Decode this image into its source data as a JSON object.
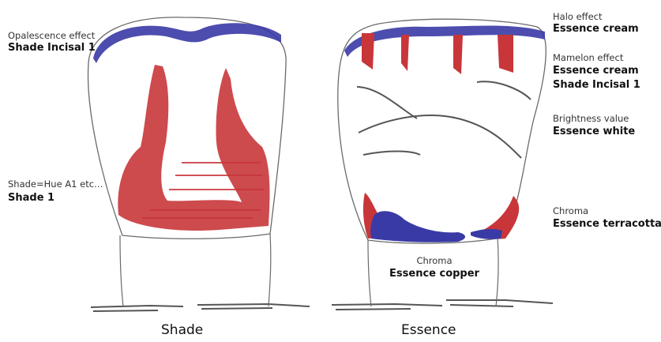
{
  "captions": {
    "left": "Shade",
    "right": "Essence"
  },
  "annotations": {
    "opalescence": {
      "small": "Opalescence effect",
      "bold": "Shade Incisal 1"
    },
    "shade_hue": {
      "small": "Shade=Hue A1 etc…",
      "bold": "Shade 1"
    },
    "halo": {
      "small": "Halo effect",
      "bold": "Essence cream"
    },
    "mamelon": {
      "small": "Mamelon effect",
      "bold1": "Essence cream",
      "bold2": "Shade Incisal 1"
    },
    "brightness": {
      "small": "Brightness value",
      "bold": "Essence white"
    },
    "chroma_right": {
      "small": "Chroma",
      "bold": "Essence terracotta"
    },
    "chroma_center": {
      "small": "Chroma",
      "bold": "Essence copper"
    }
  },
  "colors": {
    "red": "#c8363a",
    "blue": "#3a3aa6",
    "outline": "#6a6a6a"
  }
}
